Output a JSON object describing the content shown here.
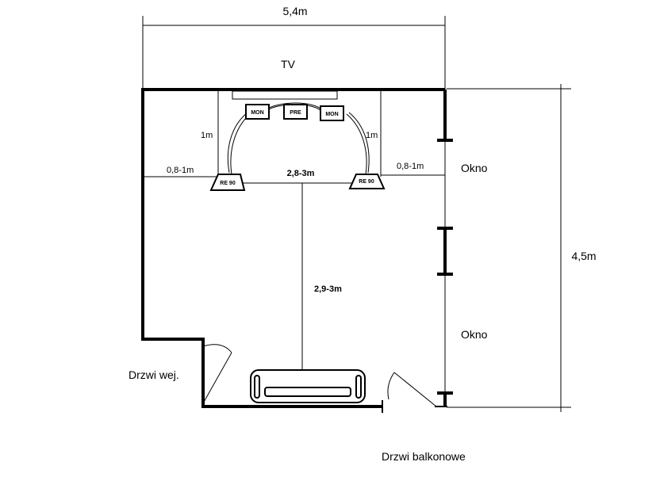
{
  "dimensions": {
    "width": "5,4m",
    "depth": "4,5m",
    "front_left_side": "1m",
    "front_right_side": "1m",
    "left_side_gap": "0,8-1m",
    "right_side_gap": "0,8-1m",
    "speaker_spacing": "2,8-3m",
    "listening_distance": "2,9-3m"
  },
  "labels": {
    "tv": "TV",
    "window_top": "Okno",
    "window_bottom": "Okno",
    "entrance_door": "Drzwi wej.",
    "balcony_door": "Drzwi balkonowe"
  },
  "equipment": {
    "monitor_left": "MON",
    "preamp": "PRE",
    "monitor_right": "MON",
    "speaker_left": "RE 90",
    "speaker_right": "RE 90"
  }
}
